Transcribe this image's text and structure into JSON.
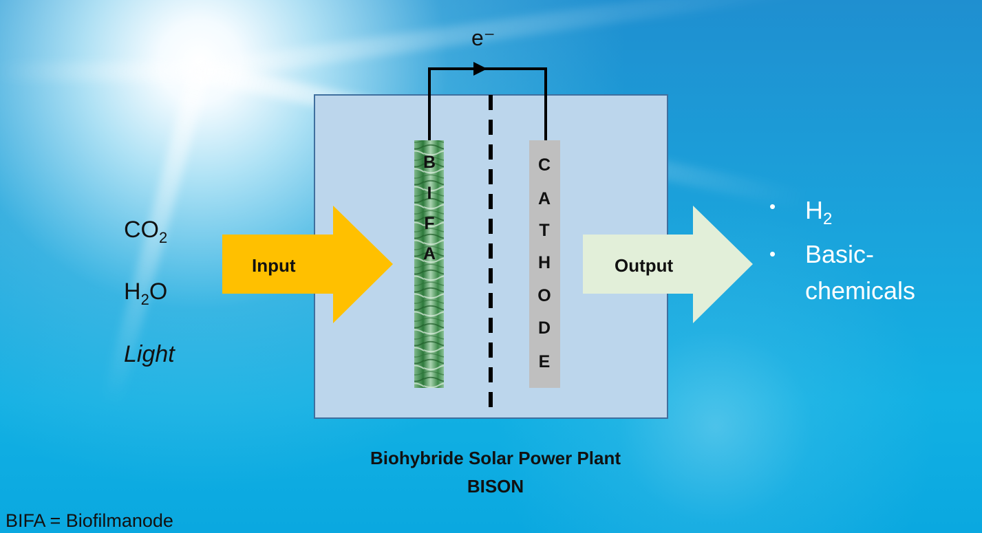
{
  "electron_label": "e⁻",
  "inputs": {
    "arrow_label": "Input",
    "species": [
      {
        "main": "CO",
        "sub": "2",
        "rest": ""
      },
      {
        "main": "H",
        "sub": "2",
        "rest": "O"
      },
      {
        "main": "Light",
        "sub": "",
        "rest": "",
        "italic": true
      }
    ]
  },
  "anode_label": "BIFA",
  "cathode_label": "CATHODE",
  "outputs": {
    "arrow_label": "Output",
    "products": [
      {
        "main": "H",
        "sub": "2"
      },
      {
        "main": "Basic-chemicals",
        "sub": ""
      }
    ]
  },
  "caption": {
    "line1": "Biohybride Solar Power Plant",
    "line2": "BISON"
  },
  "footnote": "BIFA = Biofilmanode",
  "colors": {
    "cell_fill": "#bcd6ec",
    "cell_border": "#3f6f9e",
    "input_arrow": "#ffc000",
    "output_arrow": "#e2efd9",
    "cathode": "#bfbfbf",
    "anode": "#3f8f4a"
  }
}
